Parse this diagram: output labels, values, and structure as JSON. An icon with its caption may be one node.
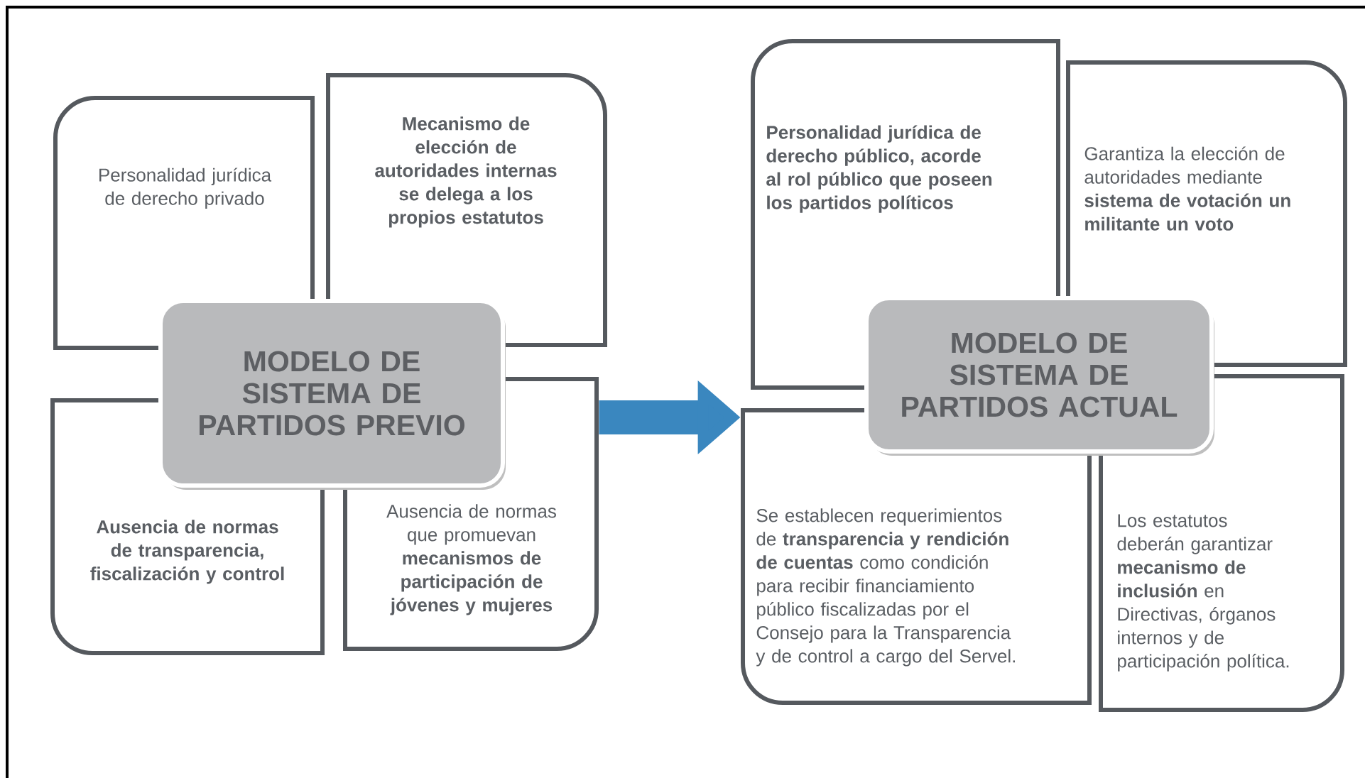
{
  "diagram": {
    "nodes": [
      {
        "text": [
          "Personalidad jurídica de derecho privado"
        ]
      },
      {
        "text": [
          "Mecanismo de elección de autoridades internas se delega a los propios estatutos"
        ]
      },
      {
        "text": [
          "MODELO DE SISTEMA DE PARTIDOS PREVIO"
        ]
      },
      {
        "text": [
          "Ausencia de normas de transparencia, fiscalización y control"
        ]
      },
      {
        "text": [
          "Ausencia de normas que promuevan **mecanismos de participación de jóvenes y mujeres**"
        ]
      },
      {
        "text": [
          "Personalidad jurídica de derecho público, acorde al rol público que poseen los partidos políticos"
        ]
      },
      {
        "text": [
          "Garantiza la elección de autoridades mediante **sistema de votación un militante un voto**"
        ]
      },
      {
        "text": [
          "MODELO DE SISTEMA DE PARTIDOS ACTUAL"
        ]
      },
      {
        "text": [
          "Se establecen requerimientos de **transparencia y rendición de cuentas** como condición para recibir financiamiento público fiscalizadas por el Consejo para la Transparencia y de control a cargo del Servel."
        ]
      },
      {
        "text": [
          "Los estatutos deberán garantizar **mecanismo de inclusión** en Directivas, órganos internos y de participación política."
        ]
      }
    ],
    "edges": [
      {
        "from": 4,
        "to": 8,
        "arrow": "to"
      }
    ]
  }
}
